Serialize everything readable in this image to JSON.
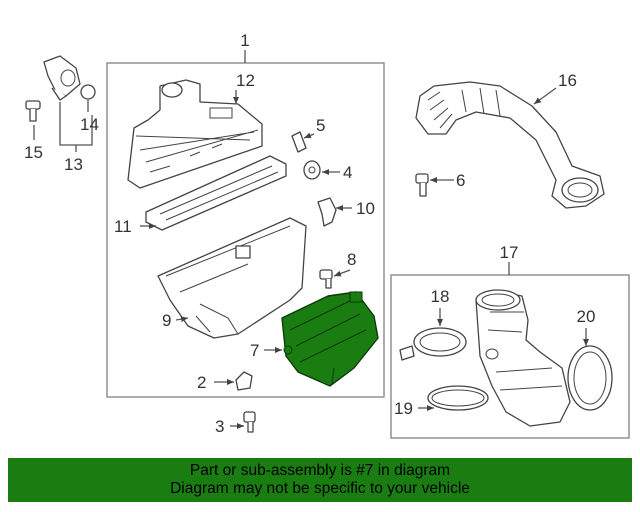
{
  "callouts": {
    "c1": "1",
    "c2": "2",
    "c3": "3",
    "c4": "4",
    "c5": "5",
    "c6": "6",
    "c7": "7",
    "c8": "8",
    "c9": "9",
    "c10": "10",
    "c11": "11",
    "c12": "12",
    "c13": "13",
    "c14": "14",
    "c15": "15",
    "c16": "16",
    "c17": "17",
    "c18": "18",
    "c19": "19",
    "c20": "20"
  },
  "highlight_color": "#1a7d12",
  "banner": {
    "line1": "Part or sub-assembly is #7 in diagram",
    "line2": "Diagram may not be specific to your vehicle"
  }
}
